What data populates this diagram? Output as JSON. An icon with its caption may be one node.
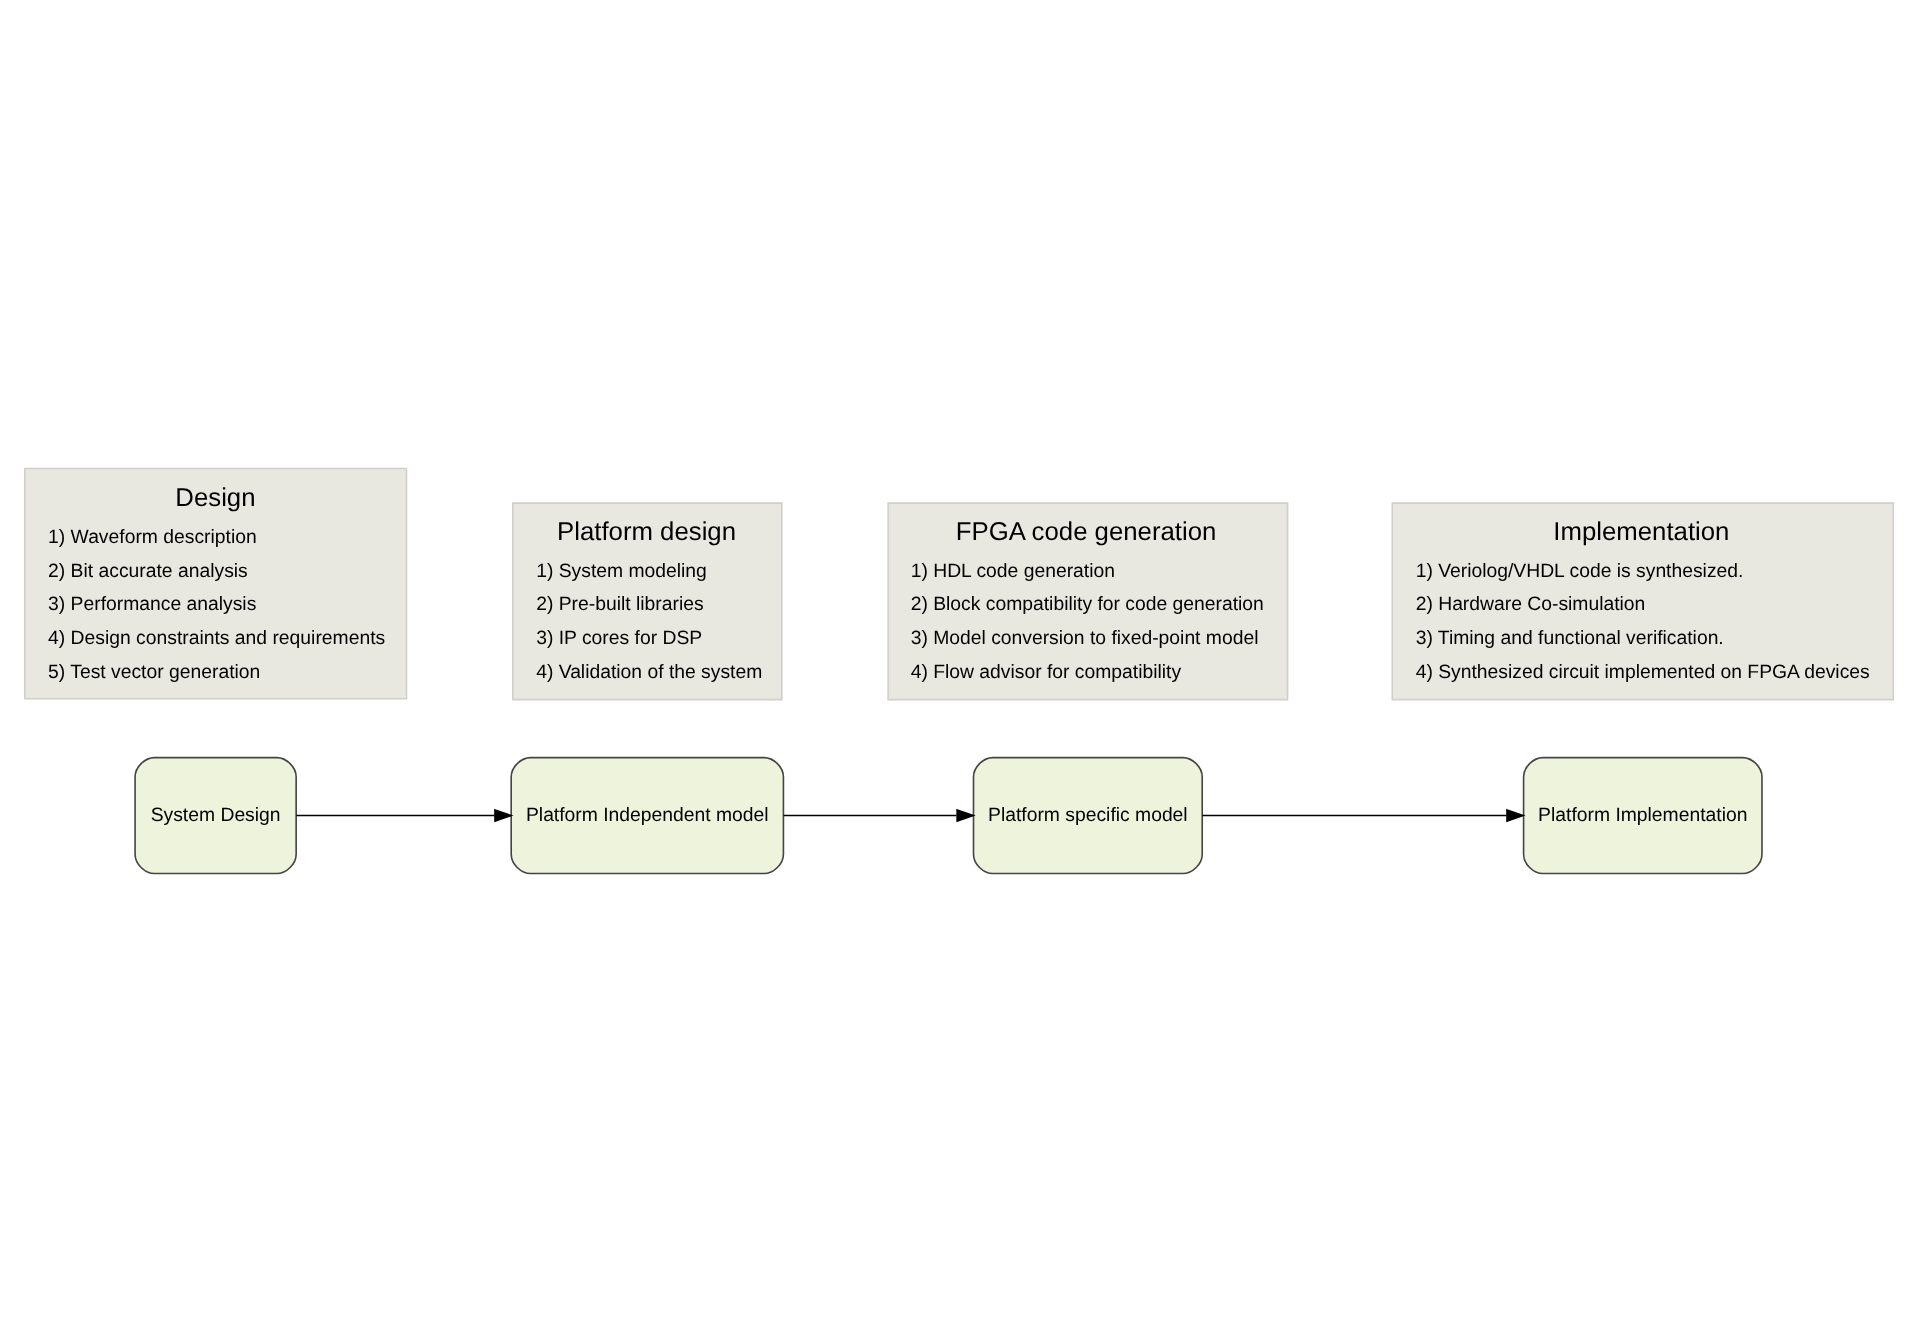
{
  "diagram": {
    "nodes": [
      {
        "text": [
          "System Design"
        ]
      },
      {
        "text": [
          "Platform Independent model"
        ]
      },
      {
        "text": [
          "Platform specific model"
        ]
      },
      {
        "text": [
          "Platform Implementation"
        ]
      },
      {
        "text": [
          "Design",
          "1) Waveform description",
          "2) Bit accurate analysis",
          "3) Performance analysis",
          "4) Design constraints and requirements",
          "5) Test vector generation"
        ]
      },
      {
        "text": [
          "Platform design",
          "1) System modeling",
          "2) Pre-built libraries",
          "3) IP cores for DSP",
          "4) Validation of the system"
        ]
      },
      {
        "text": [
          "FPGA code generation",
          "1) HDL code generation",
          "2) Block compatibility for code generation",
          "3) Model conversion to fixed-point model",
          "4) Flow advisor for compatibility"
        ]
      },
      {
        "text": [
          "Implementation",
          "1) Veriolog/VHDL code is synthesized.",
          "2) Hardware Co-simulation",
          "3) Timing and functional verification.",
          "4) Synthesized circuit implemented on FPGA devices"
        ]
      }
    ],
    "edges": [
      {
        "from": 0,
        "to": 1,
        "arrow": "to"
      },
      {
        "from": 1,
        "to": 2,
        "arrow": "to"
      },
      {
        "from": 2,
        "to": 3,
        "arrow": "to"
      }
    ]
  }
}
